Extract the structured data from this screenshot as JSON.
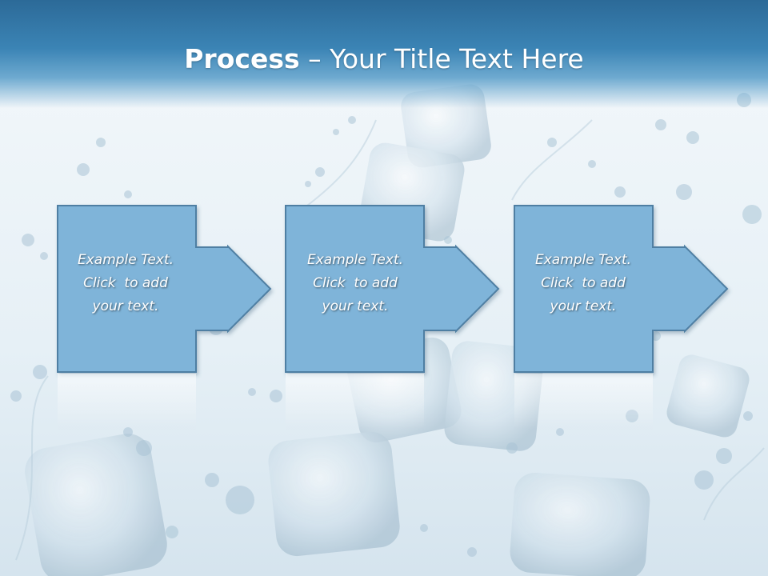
{
  "slide": {
    "title_bold": "Process",
    "title_dash": " – ",
    "title_rest": "Your Title Text Here"
  },
  "steps": [
    {
      "line1": "Example Text.",
      "line2": "Click  to add",
      "line3": "your text."
    },
    {
      "line1": "Example Text.",
      "line2": "Click  to add",
      "line3": "your text."
    },
    {
      "line1": "Example Text.",
      "line2": "Click  to add",
      "line3": "your text."
    }
  ],
  "colors": {
    "header_dark": "#2c6a98",
    "box_fill": "#7fb4d9",
    "box_stroke": "#4f7fa3"
  }
}
